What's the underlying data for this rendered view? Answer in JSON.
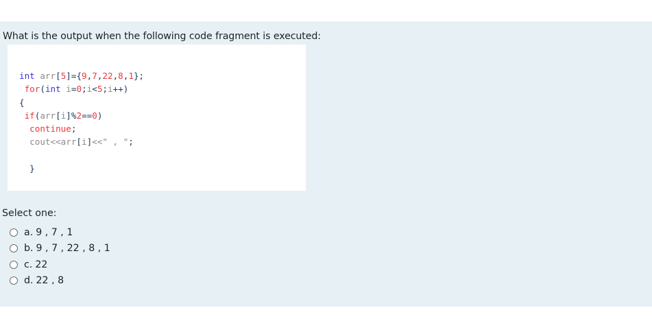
{
  "question": {
    "text": "What is the output when the following code fragment is executed:"
  },
  "code": {
    "lines": [
      "int arr[5]={9,7,22,8,1};",
      " for(int i=0;i<5;i++)",
      "{",
      " if(arr[i]%2==0)",
      "  continue;",
      "  cout<<arr[i]<<\" , \";",
      "",
      "  }"
    ]
  },
  "answer": {
    "prompt": "Select one:",
    "options": [
      {
        "letter": "a.",
        "value": "9 , 7 , 1",
        "selected": false
      },
      {
        "letter": "b.",
        "value": "9 , 7 , 22 , 8 , 1",
        "selected": false
      },
      {
        "letter": "c.",
        "value": "22",
        "selected": false
      },
      {
        "letter": "d.",
        "value": "22 , 8",
        "selected": false
      }
    ]
  },
  "colors": {
    "panel_bg": "#e7f1f5",
    "code_bg": "#ffffff",
    "keyword_blue": "#3a34d6",
    "keyword_red": "#e8383d",
    "identifier_gray": "#8a8a8a"
  }
}
